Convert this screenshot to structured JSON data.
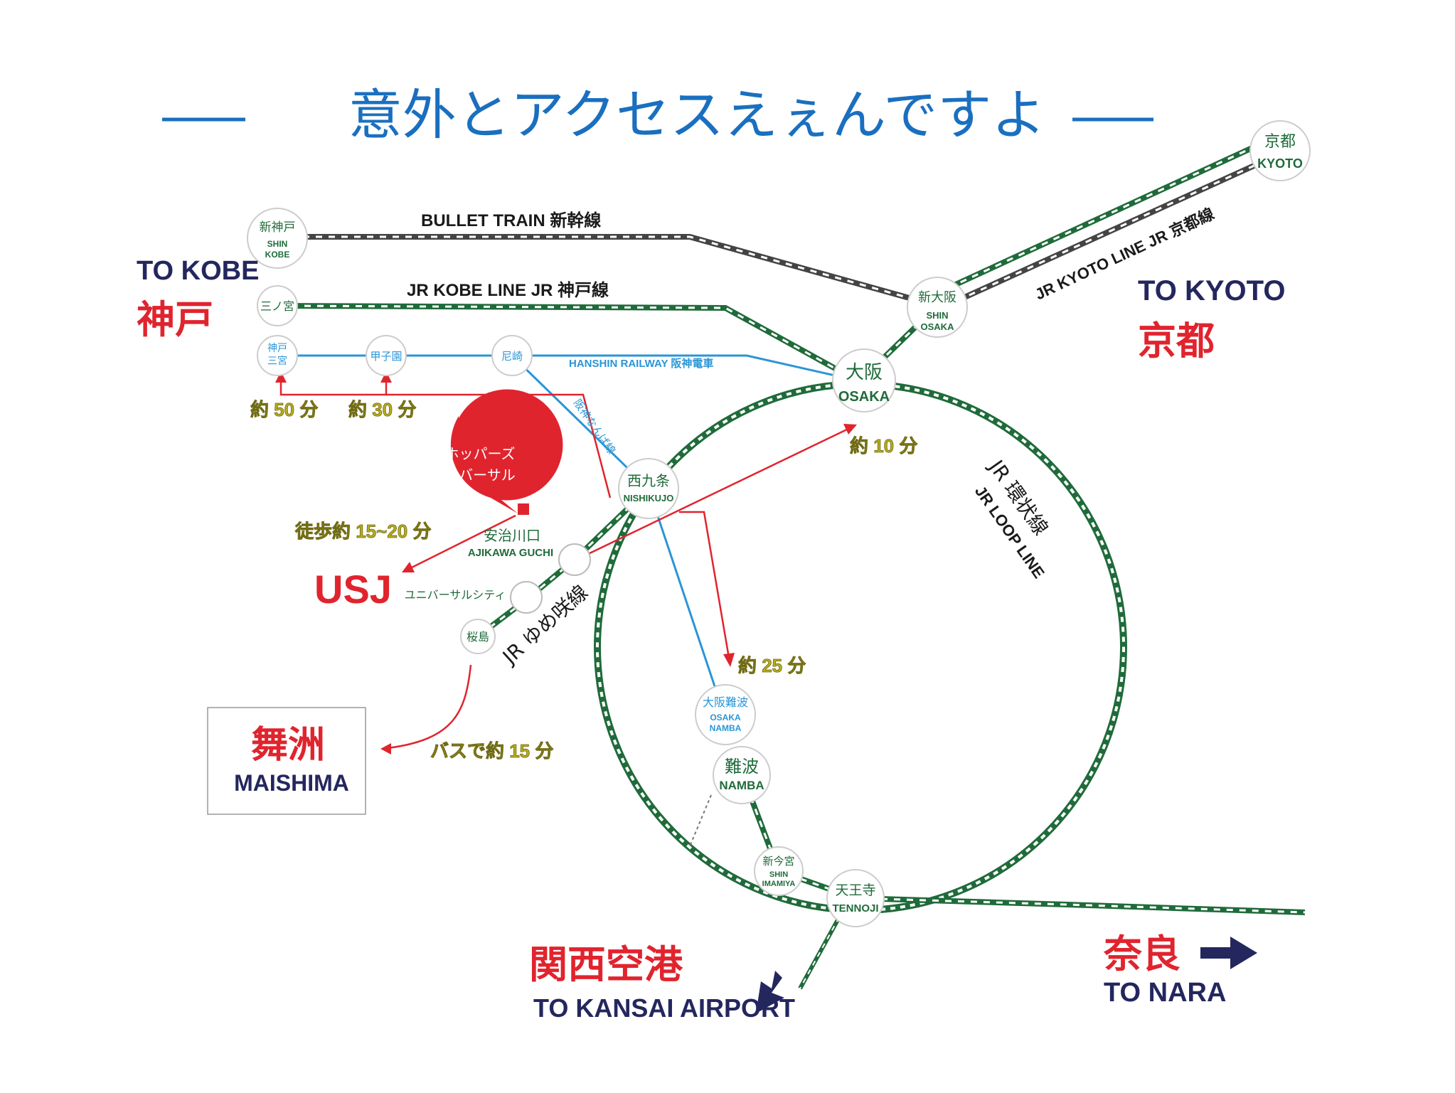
{
  "title": "意外とアクセスえぇんですよ",
  "colors": {
    "title": "#1a6fbf",
    "jr_green": "#1f6b3a",
    "hanshin": "#2a95d6",
    "bullet": "#444444",
    "red": "#e0242e",
    "navy": "#24275e",
    "minutes": "#b7ad1f"
  },
  "lines": {
    "bullet": "BULLET TRAIN 新幹線",
    "jr_kobe": "JR KOBE LINE JR 神戸線",
    "hanshin": "HANSHIN RAILWAY 阪神電車",
    "hanshin_namba": "阪神なんば線",
    "jr_kyoto": "JR KYOTO LINE JR 京都線",
    "loop_jp": "JR 環状線",
    "loop_en": "JR LOOP LINE",
    "yumesaki": "JR ゆめ咲線"
  },
  "directions": {
    "kobe_en": "TO KOBE",
    "kobe_jp": "神戸",
    "kyoto_en": "TO KYOTO",
    "kyoto_jp": "京都",
    "kansai_jp": "関西空港",
    "kansai_en": "TO KANSAI AIRPORT",
    "nara_jp": "奈良",
    "nara_en": "TO NARA"
  },
  "stations": {
    "shin_kobe": {
      "jp": "新神戸",
      "en1": "SHIN",
      "en2": "KOBE"
    },
    "sannomiya": {
      "jp": "三ノ宮"
    },
    "kobe_sannomiya": {
      "jp1": "神戸",
      "jp2": "三宮"
    },
    "koshien": {
      "jp": "甲子園"
    },
    "amagasaki": {
      "jp": "尼崎"
    },
    "shin_osaka": {
      "jp": "新大阪",
      "en1": "SHIN",
      "en2": "OSAKA"
    },
    "kyoto": {
      "jp": "京都",
      "en": "KYOTO"
    },
    "osaka": {
      "jp": "大阪",
      "en": "OSAKA"
    },
    "nishikujo": {
      "jp": "西九条",
      "en": "NISHIKUJO"
    },
    "ajikawaguchi": {
      "jp": "安治川口",
      "en": "AJIKAWA GUCHI"
    },
    "universal_city": {
      "jp": "ユニバーサルシティ"
    },
    "sakurajima": {
      "jp": "桜島"
    },
    "osaka_namba": {
      "jp": "大阪難波",
      "en1": "OSAKA",
      "en2": "NAMBA"
    },
    "namba": {
      "jp": "難波",
      "en": "NAMBA"
    },
    "shin_imamiya": {
      "jp": "新今宮",
      "en1": "SHIN",
      "en2": "IMAMIYA"
    },
    "tennoji": {
      "jp": "天王寺",
      "en": "TENNOJI"
    }
  },
  "hotel": {
    "line1": "ジェイホッパーズ",
    "line2": "大阪ユニバーサル"
  },
  "times": {
    "kobe": "約 50 分",
    "koshien": "約 30 分",
    "walk": "徒歩約 15~20 分",
    "osaka": "約 10 分",
    "namba": "約 25 分",
    "bus": "バスで約 15 分"
  },
  "usj": "USJ",
  "maishima": {
    "jp": "舞洲",
    "en": "MAISHIMA"
  }
}
